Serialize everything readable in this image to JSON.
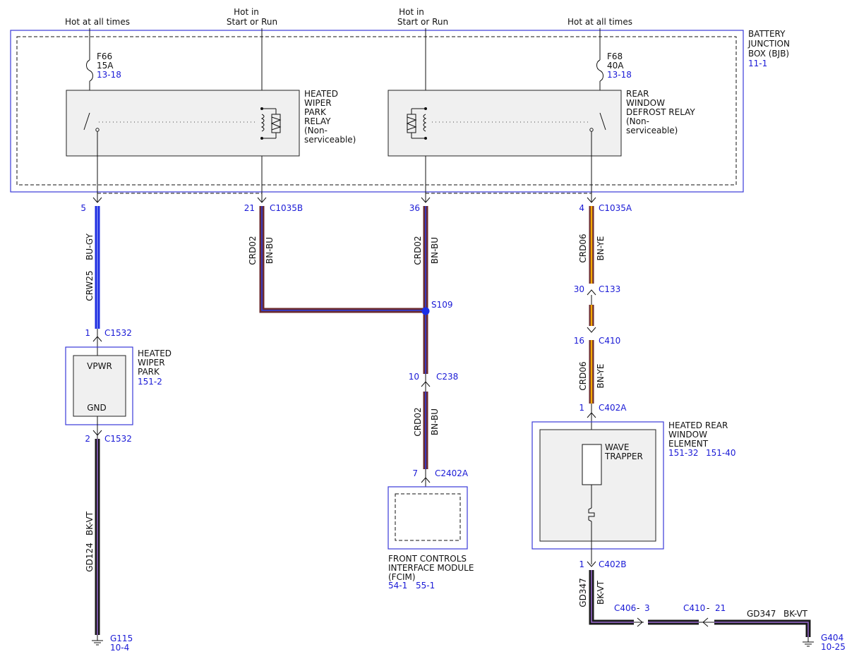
{
  "supplies": {
    "hot_always_left": "Hot at all times",
    "hot_run_1": [
      "Hot in",
      "Start or Run"
    ],
    "hot_run_2": [
      "Hot in",
      "Start or Run"
    ],
    "hot_always_right": "Hot at all times"
  },
  "bjb": {
    "label": [
      "BATTERY",
      "JUNCTION",
      "BOX (BJB)"
    ],
    "ref": "11-1"
  },
  "fuses": [
    {
      "name": "F66",
      "rating": "15A",
      "ref": "13-18"
    },
    {
      "name": "F68",
      "rating": "40A",
      "ref": "13-18"
    }
  ],
  "relays": [
    {
      "label": [
        "HEATED",
        "WIPER",
        "PARK",
        "RELAY",
        "(Non-",
        "serviceable)"
      ]
    },
    {
      "label": [
        "REAR",
        "WINDOW",
        "DEFROST RELAY",
        "(Non-",
        "serviceable)"
      ]
    }
  ],
  "connectors": [
    {
      "pin": "5",
      "name": ""
    },
    {
      "pin": "21",
      "name": "C1035B"
    },
    {
      "pin": "36",
      "name": ""
    },
    {
      "pin": "4",
      "name": "C1035A"
    },
    {
      "pin": "30",
      "name": "C133"
    },
    {
      "pin": "16",
      "name": "C410"
    },
    {
      "pin": "1",
      "name": "C1532"
    },
    {
      "pin": "2",
      "name": "C1532"
    },
    {
      "pin": "10",
      "name": "C238"
    },
    {
      "pin": "7",
      "name": "C2402A"
    },
    {
      "pin": "1",
      "name": "C402A"
    },
    {
      "pin": "1",
      "name": "C402B"
    }
  ],
  "wires": [
    {
      "circuit": "CRW25",
      "color": "BU-GY"
    },
    {
      "circuit": "CRD02",
      "color": "BN-BU"
    },
    {
      "circuit": "CRD02",
      "color": "BN-BU"
    },
    {
      "circuit": "CRD06",
      "color": "BN-YE"
    },
    {
      "circuit": "CRD06",
      "color": "BN-YE"
    },
    {
      "circuit": "CRD02",
      "color": "BN-BU"
    },
    {
      "circuit": "GD124",
      "color": "BK-VT"
    },
    {
      "circuit": "GD347",
      "color": "BK-VT"
    },
    {
      "circuit": "GD347",
      "color": "BK-VT"
    }
  ],
  "splice": "S109",
  "inline": {
    "c406": "C406",
    "c406_pin": "3",
    "c410": "C410",
    "c410_pin": "21"
  },
  "components": {
    "wiper_park": {
      "label": [
        "HEATED",
        "WIPER",
        "PARK"
      ],
      "ref": "151-2",
      "pin_top": "VPWR",
      "pin_bottom": "GND"
    },
    "fcim": {
      "label": [
        "FRONT CONTROLS",
        "INTERFACE MODULE",
        "(FCIM)"
      ],
      "refs": [
        "54-1",
        "55-1"
      ]
    },
    "rear_window": {
      "label": [
        "HEATED REAR",
        "WINDOW",
        "ELEMENT"
      ],
      "refs": [
        "151-32",
        "151-40"
      ],
      "inner": [
        "WAVE",
        "TRAPPER"
      ]
    }
  },
  "grounds": [
    {
      "name": "G115",
      "ref": "10-4"
    },
    {
      "name": "G404",
      "ref": "10-25"
    }
  ],
  "colors": {
    "blue_wire": "#1f2ee0",
    "brown_wire": "#6b2a2e",
    "stripe_blue": "#2a3fe8",
    "stripe_yellow": "#f5a800",
    "black_wire": "#1a1a1a",
    "stripe_violet": "#9a6bd1",
    "ref_text": "#1a1ad6",
    "box_outline": "#3a3ad8",
    "splice_dot": "#1a2ee8"
  }
}
